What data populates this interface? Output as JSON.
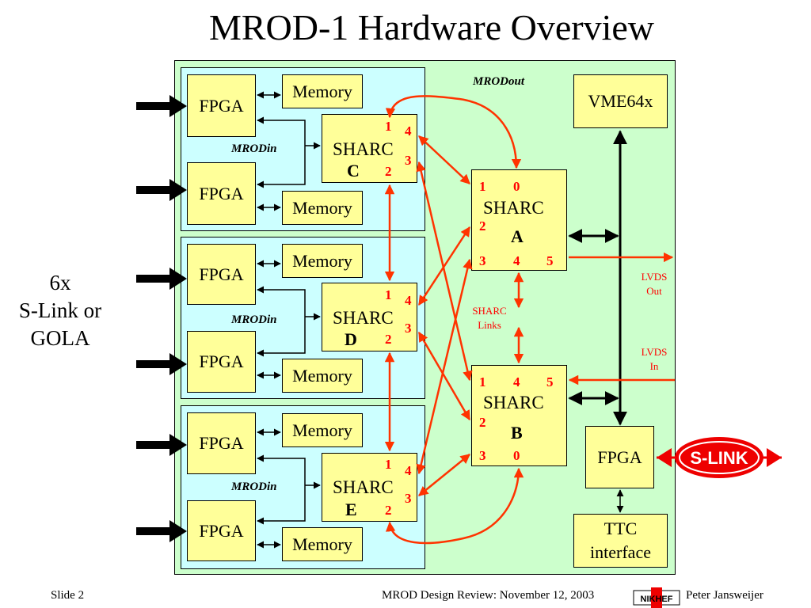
{
  "title": "MROD-1 Hardware Overview",
  "left_label": [
    "6x",
    "S-Link or",
    "GOLA"
  ],
  "labels": {
    "mrodout": "MRODout",
    "mrodin": "MRODin",
    "fpga": "FPGA",
    "memory": "Memory",
    "sharc": "SHARC",
    "vme": "VME64x",
    "ttc": [
      "TTC",
      "interface"
    ],
    "lvds_out": [
      "LVDS",
      "Out"
    ],
    "lvds_in": [
      "LVDS",
      "In"
    ],
    "sharc_links": [
      "SHARC",
      "Links"
    ],
    "slink_logo": "S-LINK"
  },
  "sharc_groups": [
    {
      "letter": "C",
      "pins": [
        "1",
        "4",
        "3",
        "2"
      ]
    },
    {
      "letter": "D",
      "pins": [
        "1",
        "4",
        "3",
        "2"
      ]
    },
    {
      "letter": "E",
      "pins": [
        "1",
        "4",
        "3",
        "2"
      ]
    }
  ],
  "sharc_a": {
    "letter": "A",
    "pins": [
      "1",
      "0",
      "2",
      "3",
      "4",
      "5"
    ]
  },
  "sharc_b": {
    "letter": "B",
    "pins": [
      "1",
      "4",
      "5",
      "2",
      "3",
      "0"
    ]
  },
  "footer": {
    "slide": "Slide 2",
    "center": "MROD Design Review: November 12, 2003",
    "author": "Peter Jansweijer",
    "logo": "NIKHEF"
  },
  "colors": {
    "board": "#ccffcc",
    "group": "#ccffff",
    "box": "#ffff99",
    "link": "#ff3300",
    "pin": "#ff0000"
  }
}
